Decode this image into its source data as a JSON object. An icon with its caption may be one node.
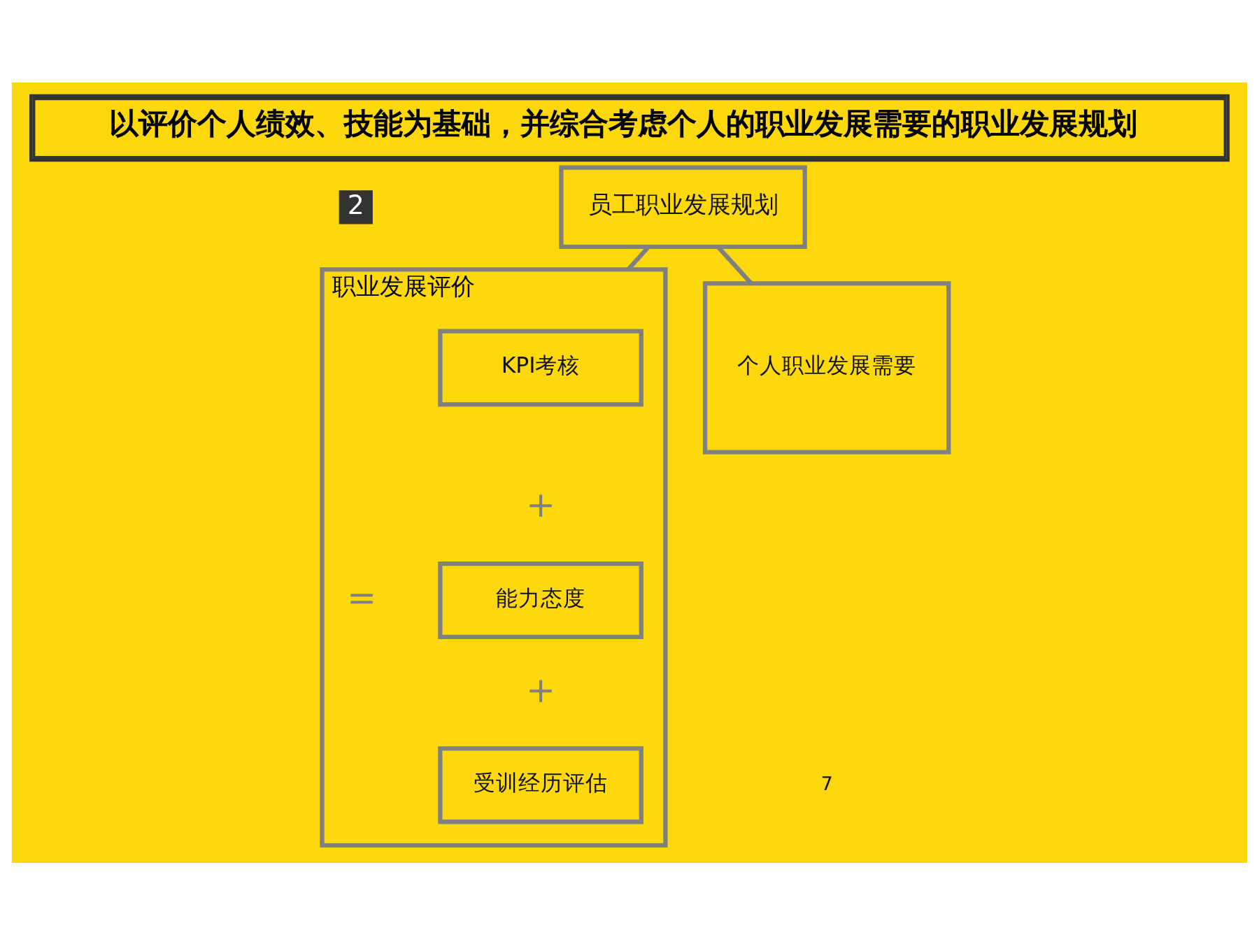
{
  "diagram": {
    "title": "以评价个人绩效、技能为基础，并综合考虑个人的职业发展需要的职业发展规划",
    "nodes": [
      {
        "text": [
          "员工职业发展规划"
        ]
      },
      {
        "text": [
          "职业发展评价"
        ]
      },
      {
        "text": [
          "KPI考核"
        ],
        "in": 1
      },
      {
        "text": [
          "能力态度"
        ],
        "in": 1
      },
      {
        "text": [
          "受训经历评估"
        ],
        "in": 1
      },
      {
        "text": [
          "个人职业发展需要"
        ]
      }
    ],
    "edges": [
      {
        "from": 0,
        "to": 1,
        "arrow": "none"
      },
      {
        "from": 0,
        "to": 5,
        "arrow": "none"
      }
    ],
    "labels": [
      "2",
      "+",
      "=",
      "+",
      "7"
    ]
  }
}
